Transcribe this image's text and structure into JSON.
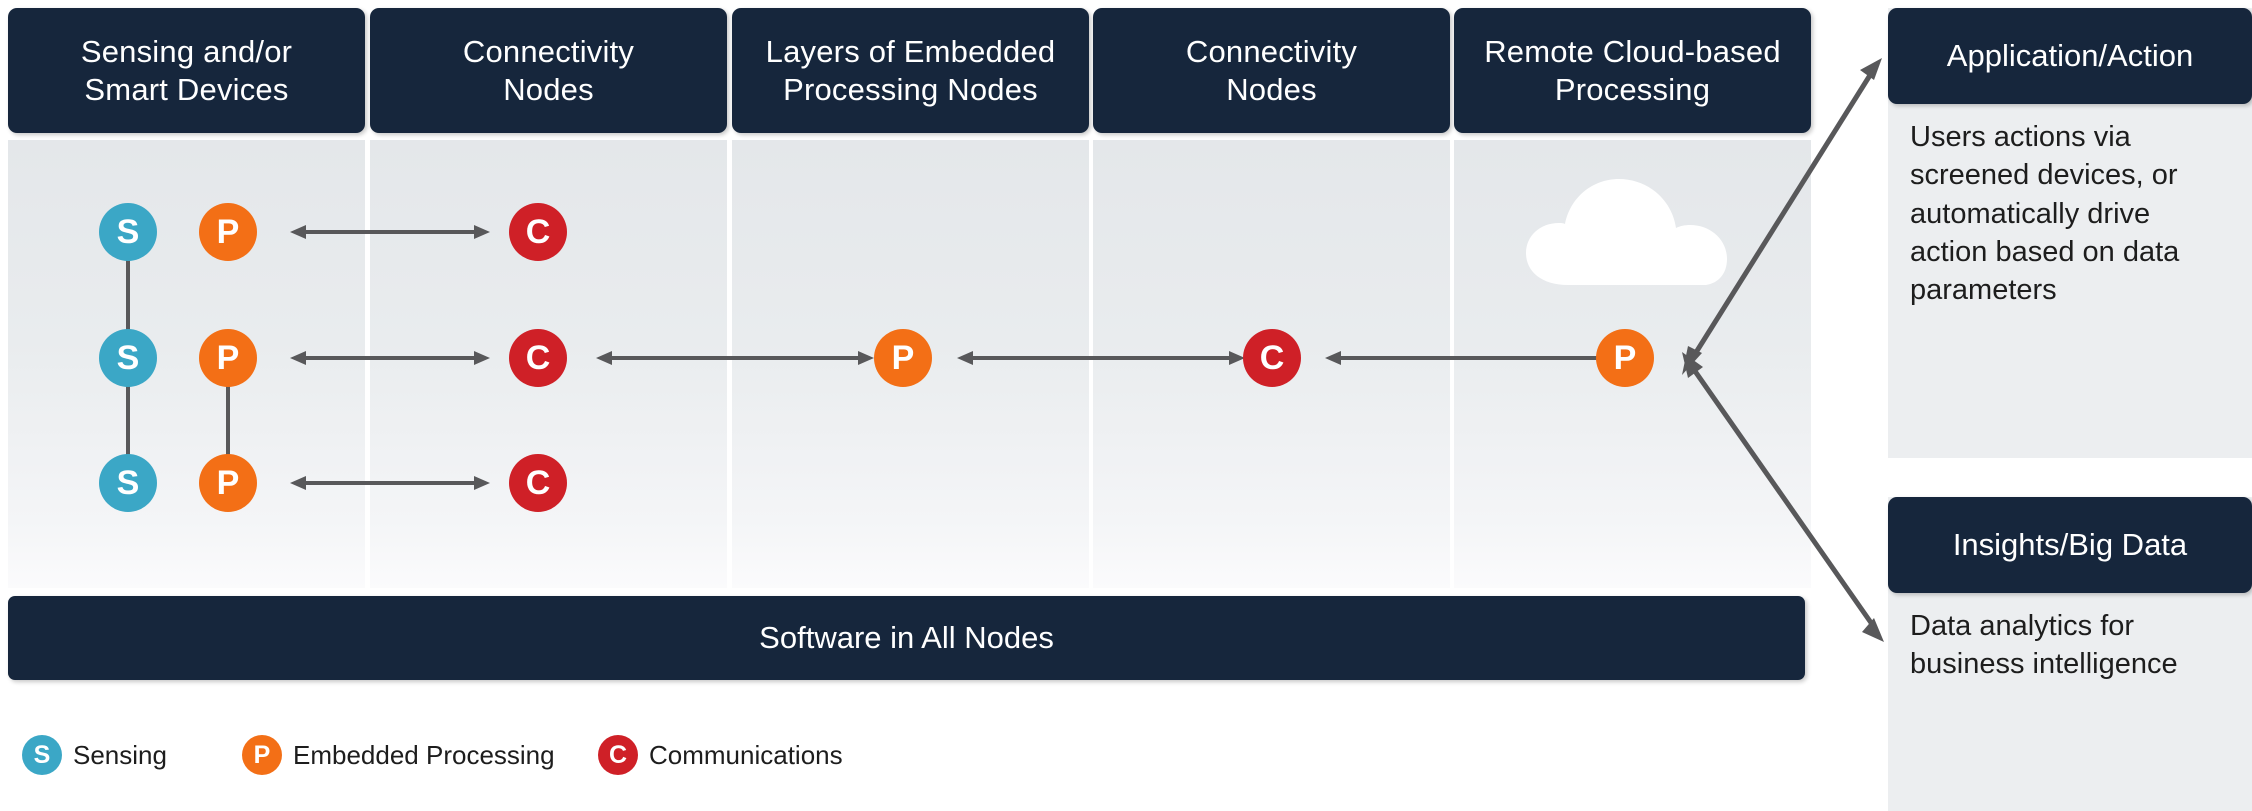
{
  "columns": [
    {
      "title": "Sensing and/or\nSmart Devices",
      "name": "sensing-smart-devices"
    },
    {
      "title": "Connectivity\nNodes",
      "name": "connectivity-nodes-1"
    },
    {
      "title": "Layers of Embedded\nProcessing Nodes",
      "name": "embedded-processing-nodes"
    },
    {
      "title": "Connectivity\nNodes",
      "name": "connectivity-nodes-2"
    },
    {
      "title": "Remote Cloud-based\nProcessing",
      "name": "remote-cloud-processing"
    }
  ],
  "nodes": {
    "sensing_label": "S",
    "processing_label": "P",
    "communications_label": "C"
  },
  "software_bar": {
    "label": "Software in All Nodes"
  },
  "right_panels": [
    {
      "title": "Application/Action",
      "body": "Users actions via screened devices, or automatically drive action based on data parameters"
    },
    {
      "title": "Insights/Big Data",
      "body": "Data analytics for business intelligence"
    }
  ],
  "legend": [
    {
      "glyph": "S",
      "label": "Sensing",
      "color": "#3ba7c6"
    },
    {
      "glyph": "P",
      "label": "Embedded Processing",
      "color": "#f36f16"
    },
    {
      "glyph": "C",
      "label": "Communications",
      "color": "#cf2027"
    }
  ],
  "colors": {
    "header": "#16263c",
    "sensing": "#3ba7c6",
    "processing": "#f36f16",
    "communications": "#cf2027",
    "arrow": "#58585a",
    "panel_bg": "#eceef0",
    "cloud": "#ffffff"
  }
}
